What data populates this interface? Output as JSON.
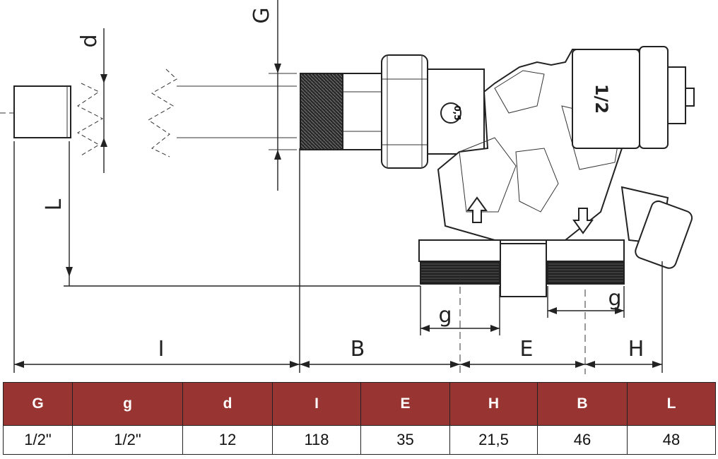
{
  "drawing": {
    "dimension_labels": {
      "G": "G",
      "d": "d",
      "L": "L",
      "I": "I",
      "B": "B",
      "E": "E",
      "H": "H",
      "g_left": "g",
      "g_right": "g"
    },
    "valve_marks": {
      "size_mark": "1/2",
      "seal_mark": "0,5"
    }
  },
  "spec_table": {
    "headers": [
      "G",
      "g",
      "d",
      "I",
      "E",
      "H",
      "B",
      "L"
    ],
    "values": [
      "1/2\"",
      "1/2\"",
      "12",
      "118",
      "35",
      "21,5",
      "46",
      "48"
    ]
  },
  "colors": {
    "header_bg": "#983431",
    "header_text": "#ffffff"
  }
}
